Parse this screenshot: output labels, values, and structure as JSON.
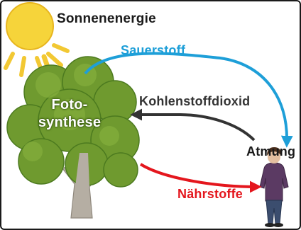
{
  "labels": {
    "sun": "Sonnenenergie",
    "oxygen": "Sauerstoff",
    "carbon_dioxide": "Kohlenstoffdioxid",
    "respiration": "Atmung",
    "nutrients": "Nährstoffe",
    "photosynthesis_line1": "Foto-",
    "photosynthesis_line2": "synthese"
  },
  "colors": {
    "sun": "#f6d43a",
    "sun_rays": "#f2c833",
    "oxygen": "#1e9fd8",
    "carbon_dioxide": "#333333",
    "nutrients": "#e4161d",
    "sun_label": "#1a1a1a",
    "respiration_label": "#1a1a1a",
    "foliage": "#6f9a2f",
    "foliage_dark": "#4c7a1f",
    "trunk": "#b5aea3"
  },
  "icons": [
    "sun-icon",
    "tree-icon",
    "person-icon"
  ]
}
